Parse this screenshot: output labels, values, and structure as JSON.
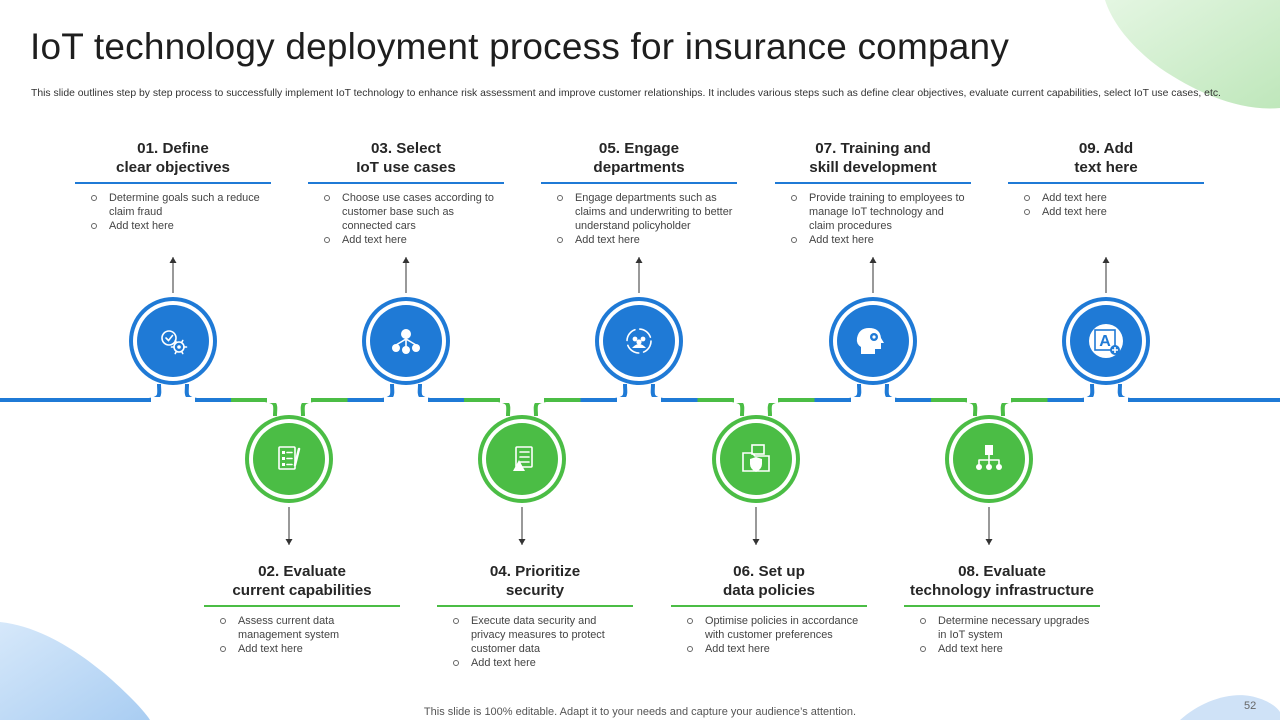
{
  "title": "IoT technology deployment process for insurance company",
  "subtitle": "This slide outlines step by step process to successfully implement IoT technology to enhance risk assessment and improve customer relationships. It includes various steps such as define clear objectives, evaluate current capabilities, select IoT use cases, etc.",
  "colors": {
    "blue": "#1f7ad6",
    "green": "#4bbd45",
    "blue_light": "#5aa6ec",
    "green_light": "#7fd17a"
  },
  "steps": [
    {
      "number": "01",
      "title_line1": "01. Define",
      "title_line2": "clear objectives",
      "position": "top",
      "icon": "target-check-gear-icon",
      "bullets": [
        "Determine goals such a reduce claim fraud",
        "Add text here"
      ]
    },
    {
      "number": "02",
      "title_line1": "02. Evaluate",
      "title_line2": "current capabilities",
      "position": "bottom",
      "icon": "checklist-pen-icon",
      "bullets": [
        "Assess current data management system",
        "Add text here"
      ]
    },
    {
      "number": "03",
      "title_line1": "03. Select",
      "title_line2": "IoT use cases",
      "position": "top",
      "icon": "network-nodes-icon",
      "bullets": [
        "Choose use cases according to customer base such as connected cars",
        "Add text here"
      ]
    },
    {
      "number": "04",
      "title_line1": "04. Prioritize",
      "title_line2": "security",
      "position": "bottom",
      "icon": "warning-document-icon",
      "bullets": [
        "Execute data security and privacy measures to protect customer data",
        "Add text here"
      ]
    },
    {
      "number": "05",
      "title_line1": "05. Engage",
      "title_line2": "departments",
      "position": "top",
      "icon": "team-cycle-icon",
      "bullets": [
        "Engage departments such as claims and underwriting to better understand policyholder",
        "Add text here"
      ]
    },
    {
      "number": "06",
      "title_line1": "06. Set up",
      "title_line2": "data policies",
      "position": "bottom",
      "icon": "folder-shield-icon",
      "bullets": [
        "Optimise policies in accordance with customer preferences",
        "Add text here"
      ]
    },
    {
      "number": "07",
      "title_line1": "07. Training and",
      "title_line2": "skill development",
      "position": "top",
      "icon": "head-brain-gear-icon",
      "bullets": [
        "Provide training to employees to manage IoT technology and claim procedures",
        "Add text here"
      ]
    },
    {
      "number": "08",
      "title_line1": "08. Evaluate",
      "title_line2": "technology infrastructure",
      "position": "bottom",
      "icon": "building-hierarchy-icon",
      "bullets": [
        "Determine necessary upgrades in IoT system",
        "Add text here"
      ]
    },
    {
      "number": "09",
      "title_line1": "09. Add",
      "title_line2": "text here",
      "position": "top",
      "icon": "text-add-icon",
      "bullets": [
        "Add text here",
        "Add text here"
      ]
    }
  ],
  "footer": "This slide is 100% editable. Adapt it to your needs and capture your audience’s attention.",
  "page_number": "52"
}
